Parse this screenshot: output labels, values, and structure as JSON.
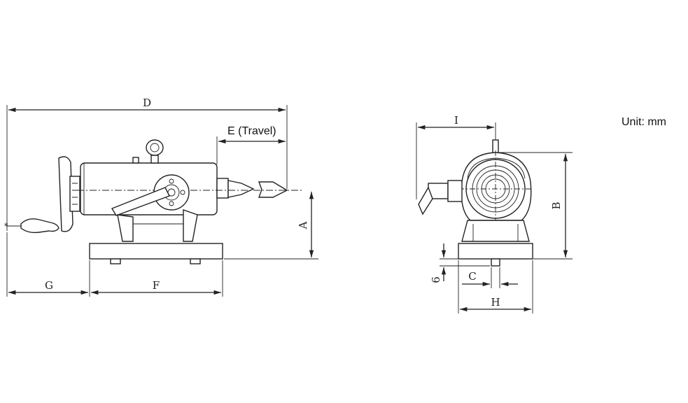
{
  "unit_text": "Unit: mm",
  "side_view": {
    "label_D": "D",
    "label_E": "E (Travel)",
    "label_A": "A",
    "label_G": "G",
    "label_F": "F"
  },
  "front_view": {
    "label_I": "I",
    "label_B": "B",
    "label_C": "C",
    "label_H": "H",
    "label_6": "6"
  }
}
